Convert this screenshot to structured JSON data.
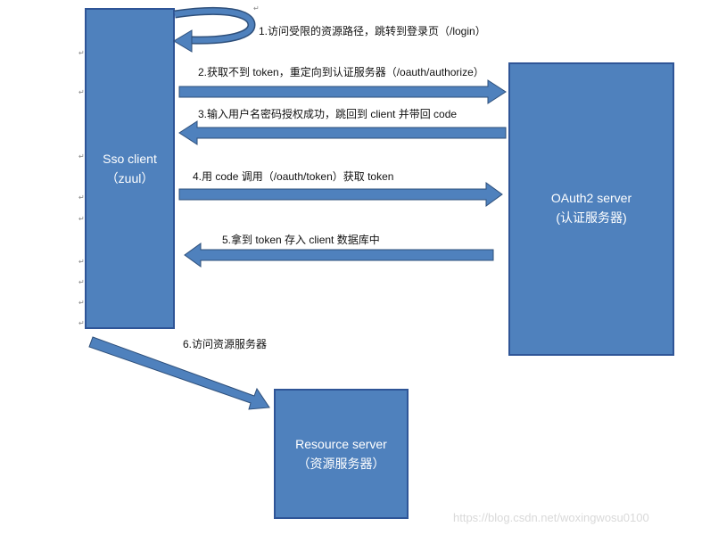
{
  "colors": {
    "box_fill": "#4f81bd",
    "box_stroke": "#2f5597",
    "arrow_fill": "#4f81bd",
    "arrow_stroke": "#2e4f7a",
    "text": "#111111",
    "box_text": "#ffffff",
    "watermark": "#d9d9d9"
  },
  "nodes": {
    "sso_client": {
      "line1": "Sso client",
      "line2": "（zuul）"
    },
    "oauth2_server": {
      "line1": "OAuth2 server",
      "line2": "(认证服务器)"
    },
    "resource_server": {
      "line1": "Resource server",
      "line2": "（资源服务器）"
    }
  },
  "steps": [
    {
      "label": "1.访问受限的资源路径，跳转到登录页（/login）"
    },
    {
      "label": "2.获取不到 token，重定向到认证服务器（/oauth/authorize）"
    },
    {
      "label": "3.输入用户名密码授权成功，跳回到 client 并带回 code"
    },
    {
      "label": "4.用 code 调用（/oauth/token）获取 token"
    },
    {
      "label": "5.拿到 token 存入 client 数据库中"
    },
    {
      "label": "6.访问资源服务器"
    }
  ],
  "watermark": "https://blog.csdn.net/woxingwosu0100"
}
